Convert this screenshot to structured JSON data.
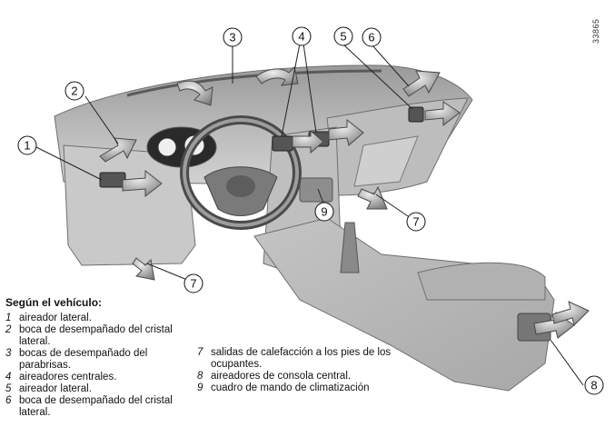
{
  "figure_code": "33865",
  "callouts": [
    "1",
    "2",
    "3",
    "4",
    "5",
    "6",
    "7",
    "7",
    "8",
    "9"
  ],
  "legend": {
    "title": "Según el vehículo:",
    "left_items": [
      {
        "num": "1",
        "text": "aireador lateral."
      },
      {
        "num": "2",
        "text": "boca de desempañado del cristal lateral."
      },
      {
        "num": "3",
        "text": "bocas de desempañado del parabrisas."
      },
      {
        "num": "4",
        "text": "aireadores centrales."
      },
      {
        "num": "5",
        "text": "aireador lateral."
      },
      {
        "num": "6",
        "text": "boca de desempañado del cristal lateral."
      }
    ],
    "right_items": [
      {
        "num": "7",
        "text": "salidas de calefacción a los pies de los ocupantes."
      },
      {
        "num": "8",
        "text": "aireadores de consola central."
      },
      {
        "num": "9",
        "text": "cuadro de mando de climatización"
      }
    ]
  }
}
